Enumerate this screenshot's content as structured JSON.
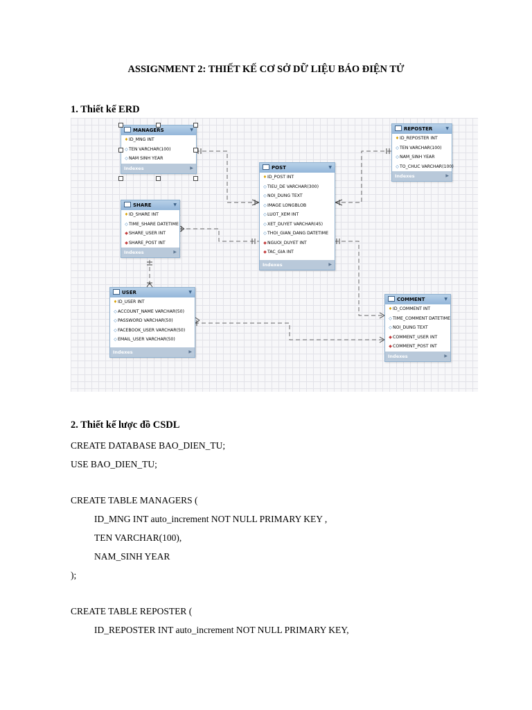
{
  "doc": {
    "title": "ASSIGNMENT 2: THIẾT KẾ CƠ SỞ DỮ LIỆU BÁO ĐIỆN TỬ",
    "section1": "1. Thiết kế ERD",
    "section2": "2. Thiết kế lược đồ CSDL",
    "lines": [
      "CREATE DATABASE BAO_DIEN_TU;",
      "USE BAO_DIEN_TU;",
      "CREATE TABLE MANAGERS (",
      "ID_MNG INT auto_increment NOT NULL PRIMARY KEY ,",
      "TEN VARCHAR(100),",
      "NAM_SINH YEAR",
      ");",
      "CREATE TABLE REPOSTER (",
      "ID_REPOSTER INT auto_increment NOT NULL PRIMARY KEY,"
    ]
  },
  "erd": {
    "indexes_label": "Indexes",
    "tables": [
      {
        "name": "MANAGERS",
        "columns": [
          {
            "text": "ID_MNG INT",
            "key": "pk"
          },
          {
            "text": "TEN VARCHAR(100)",
            "key": "nn"
          },
          {
            "text": "NAM SINH YEAR",
            "key": "nn"
          }
        ]
      },
      {
        "name": "REPOSTER",
        "columns": [
          {
            "text": "ID_REPOSTER INT",
            "key": "pk"
          },
          {
            "text": "TEN VARCHAR(100)",
            "key": "nn"
          },
          {
            "text": "NAM_SINH YEAR",
            "key": "nn"
          },
          {
            "text": "TO_CHUC VARCHAR(100)",
            "key": "nn"
          }
        ]
      },
      {
        "name": "POST",
        "columns": [
          {
            "text": "ID_POST INT",
            "key": "pk"
          },
          {
            "text": "TIEU_DE VARCHAR(300)",
            "key": "nn"
          },
          {
            "text": "NOI_DUNG TEXT",
            "key": "nn"
          },
          {
            "text": "IMAGE LONGBLOB",
            "key": "nn"
          },
          {
            "text": "LUOT_XEM INT",
            "key": "nn"
          },
          {
            "text": "XET_DUYET VARCHAR(45)",
            "key": "nn"
          },
          {
            "text": "THOI_GIAN_DANG DATETIME",
            "key": "nn"
          },
          {
            "text": "NGUOI_DUYET INT",
            "key": "fk"
          },
          {
            "text": "TAC_GIA INT",
            "key": "fk"
          }
        ]
      },
      {
        "name": "SHARE",
        "columns": [
          {
            "text": "ID_SHARE INT",
            "key": "pk"
          },
          {
            "text": "TIME_SHARE DATETIME",
            "key": "nn"
          },
          {
            "text": "SHARE_USER INT",
            "key": "fk"
          },
          {
            "text": "SHARE_POST INT",
            "key": "fk"
          }
        ]
      },
      {
        "name": "USER",
        "columns": [
          {
            "text": "ID_USER INT",
            "key": "pk"
          },
          {
            "text": "ACCOUNT_NAME VARCHAR(50)",
            "key": "nn"
          },
          {
            "text": "PASSWORD VARCHAR(50)",
            "key": "nn"
          },
          {
            "text": "FACEBOOK_USER VARCHAR(50)",
            "key": "nn"
          },
          {
            "text": "EMAIL_USER VARCHAR(50)",
            "key": "nn"
          }
        ]
      },
      {
        "name": "COMMENT",
        "columns": [
          {
            "text": "ID_COMMENT INT",
            "key": "pk"
          },
          {
            "text": "TIME_COMMENT DATETIME",
            "key": "nn"
          },
          {
            "text": "NOI_DUNG TEXT",
            "key": "nn"
          },
          {
            "text": "COMMENT_USER INT",
            "key": "fk"
          },
          {
            "text": "COMMENT_POST INT",
            "key": "fk"
          }
        ]
      }
    ]
  }
}
